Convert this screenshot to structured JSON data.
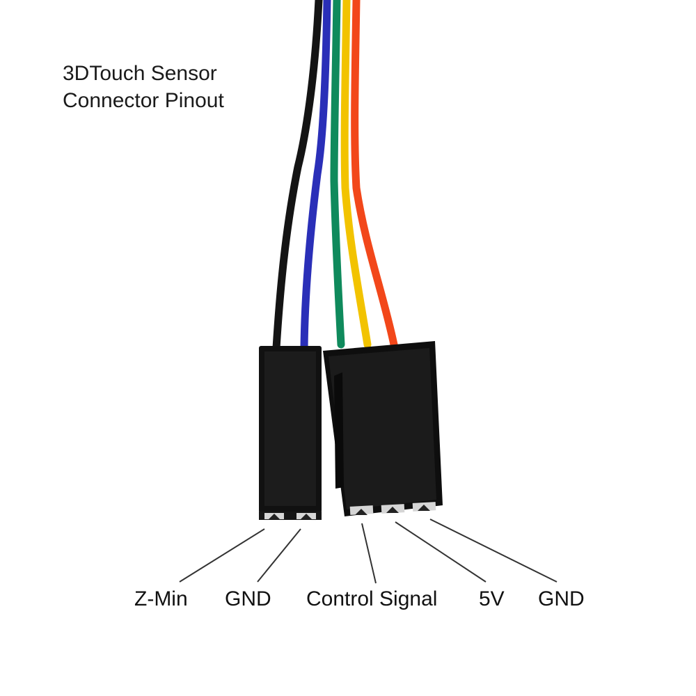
{
  "title": {
    "line1": "3DTouch Sensor",
    "line2": "Connector Pinout"
  },
  "pins": [
    {
      "label": "Z-Min"
    },
    {
      "label": "GND"
    },
    {
      "label": "Control Signal"
    },
    {
      "label": "5V"
    },
    {
      "label": "GND"
    }
  ],
  "wire_colors": {
    "black": "#141414",
    "blue": "#2a2fb8",
    "green": "#0f8a5c",
    "yellow": "#f2c300",
    "red": "#f2471a"
  },
  "connector_color": "#111111"
}
